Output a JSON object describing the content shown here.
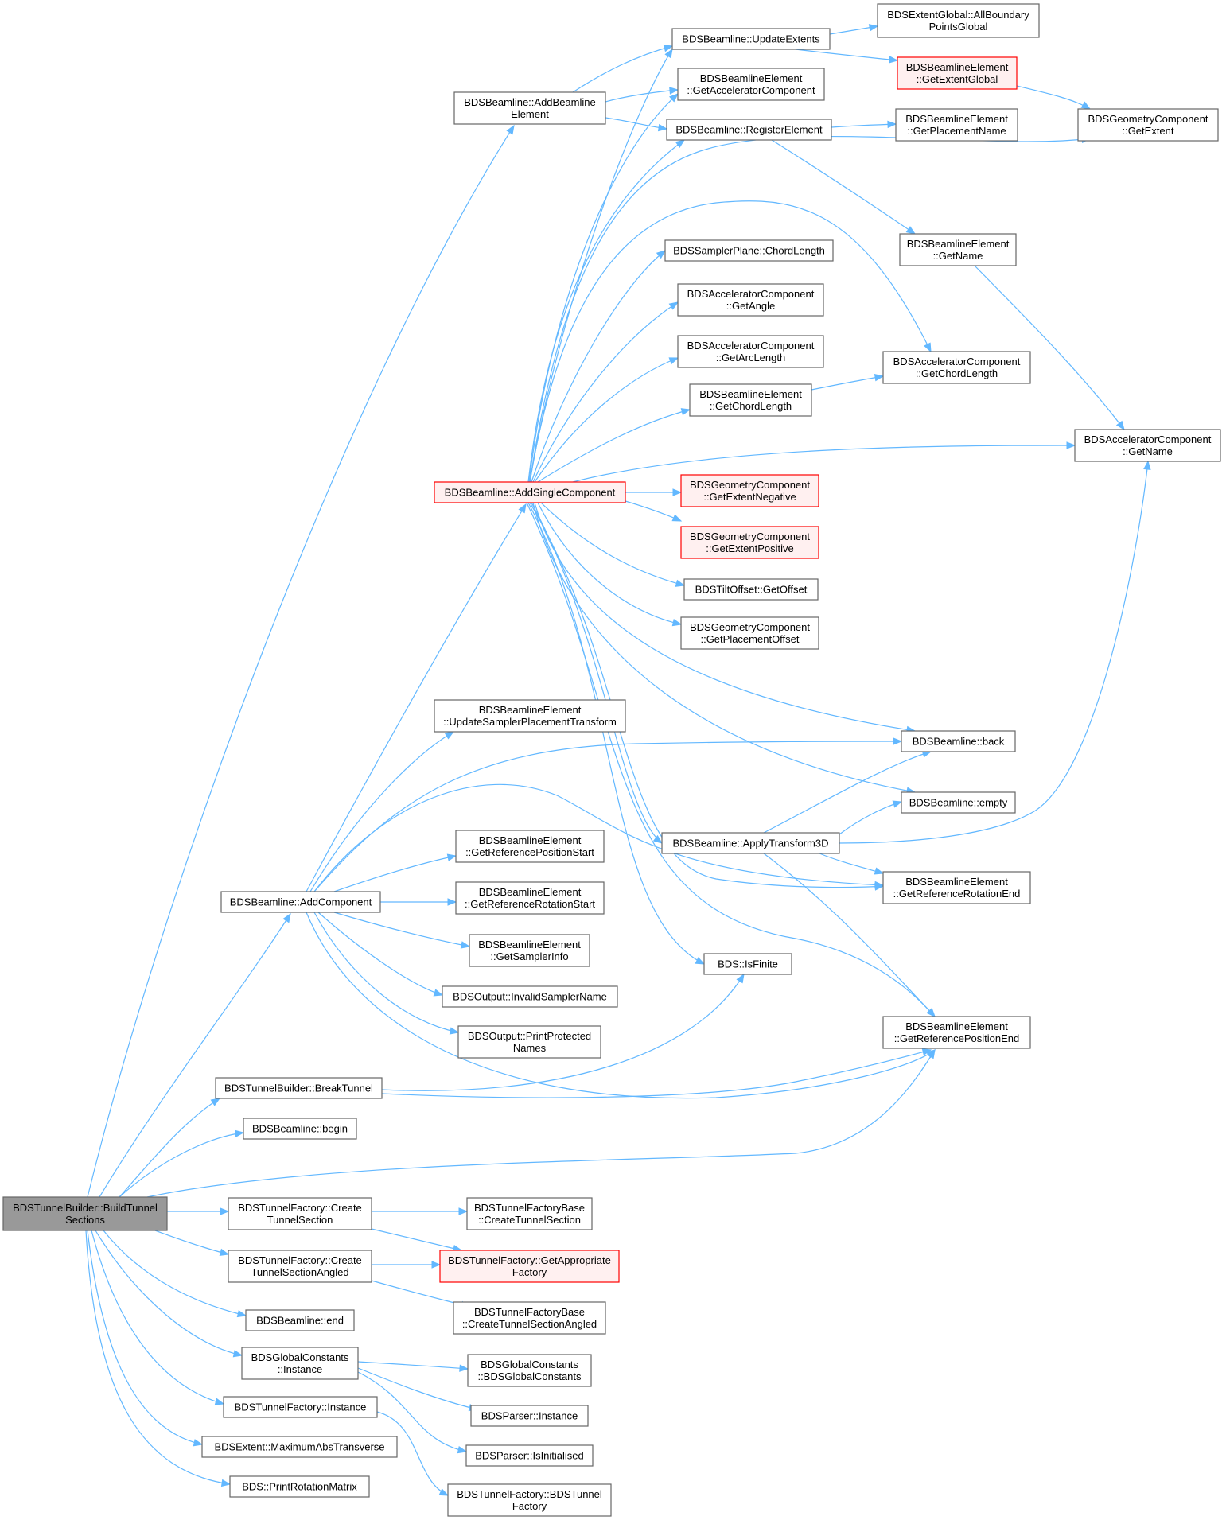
{
  "colors": {
    "edge": "#63b8ff",
    "node_fill": "#ffffff",
    "node_stroke": "#666666",
    "root_fill": "#999999",
    "root_stroke": "#666666",
    "highlight_fill": "#fff0f0",
    "highlight_stroke": "#ff0000"
  },
  "nodes": {
    "build": {
      "lines": [
        "BDSTunnelBuilder::BuildTunnel",
        "Sections"
      ],
      "style": "root"
    },
    "addbeamline": {
      "lines": [
        "BDSBeamline::AddBeamline",
        "Element"
      ]
    },
    "updateextents": {
      "lines": [
        "BDSBeamline::UpdateExtents"
      ]
    },
    "allboundary": {
      "lines": [
        "BDSExtentGlobal::AllBoundary",
        "PointsGlobal"
      ]
    },
    "getextentglobal": {
      "lines": [
        "BDSBeamlineElement",
        "::GetExtentGlobal"
      ],
      "style": "highlight"
    },
    "getacccomp": {
      "lines": [
        "BDSBeamlineElement",
        "::GetAcceleratorComponent"
      ]
    },
    "registerelement": {
      "lines": [
        "BDSBeamline::RegisterElement"
      ]
    },
    "getplacementname": {
      "lines": [
        "BDSBeamlineElement",
        "::GetPlacementName"
      ]
    },
    "geomgetextent": {
      "lines": [
        "BDSGeometryComponent",
        "::GetExtent"
      ]
    },
    "belgetname": {
      "lines": [
        "BDSBeamlineElement",
        "::GetName"
      ]
    },
    "chordlength": {
      "lines": [
        "BDSSamplerPlane::ChordLength"
      ]
    },
    "getangle": {
      "lines": [
        "BDSAcceleratorComponent",
        "::GetAngle"
      ]
    },
    "getarclength": {
      "lines": [
        "BDSAcceleratorComponent",
        "::GetArcLength"
      ]
    },
    "accgetchord": {
      "lines": [
        "BDSAcceleratorComponent",
        "::GetChordLength"
      ]
    },
    "belgetchord": {
      "lines": [
        "BDSBeamlineElement",
        "::GetChordLength"
      ]
    },
    "accgetname": {
      "lines": [
        "BDSAcceleratorComponent",
        "::GetName"
      ]
    },
    "addsingle": {
      "lines": [
        "BDSBeamline::AddSingleComponent"
      ],
      "style": "highlight"
    },
    "extneg": {
      "lines": [
        "BDSGeometryComponent",
        "::GetExtentNegative"
      ],
      "style": "highlight"
    },
    "extpos": {
      "lines": [
        "BDSGeometryComponent",
        "::GetExtentPositive"
      ],
      "style": "highlight"
    },
    "getoffset": {
      "lines": [
        "BDSTiltOffset::GetOffset"
      ]
    },
    "placementoffset": {
      "lines": [
        "BDSGeometryComponent",
        "::GetPlacementOffset"
      ]
    },
    "updatesampler": {
      "lines": [
        "BDSBeamlineElement",
        "::UpdateSamplerPlacementTransform"
      ]
    },
    "back": {
      "lines": [
        "BDSBeamline::back"
      ]
    },
    "empty": {
      "lines": [
        "BDSBeamline::empty"
      ]
    },
    "applytransform": {
      "lines": [
        "BDSBeamline::ApplyTransform3D"
      ]
    },
    "refrotend": {
      "lines": [
        "BDSBeamlineElement",
        "::GetReferenceRotationEnd"
      ]
    },
    "refposstart": {
      "lines": [
        "BDSBeamlineElement",
        "::GetReferencePositionStart"
      ]
    },
    "addcomponent": {
      "lines": [
        "BDSBeamline::AddComponent"
      ]
    },
    "refrotstart": {
      "lines": [
        "BDSBeamlineElement",
        "::GetReferenceRotationStart"
      ]
    },
    "samplerinfo": {
      "lines": [
        "BDSBeamlineElement",
        "::GetSamplerInfo"
      ]
    },
    "isfinite": {
      "lines": [
        "BDS::IsFinite"
      ]
    },
    "invalidsampler": {
      "lines": [
        "BDSOutput::InvalidSamplerName"
      ]
    },
    "refposend": {
      "lines": [
        "BDSBeamlineElement",
        "::GetReferencePositionEnd"
      ]
    },
    "printprotected": {
      "lines": [
        "BDSOutput::PrintProtected",
        "Names"
      ]
    },
    "breaktunnel": {
      "lines": [
        "BDSTunnelBuilder::BreakTunnel"
      ]
    },
    "begin": {
      "lines": [
        "BDSBeamline::begin"
      ]
    },
    "tfcreate": {
      "lines": [
        "BDSTunnelFactory::Create",
        "TunnelSection"
      ]
    },
    "tfbcreate": {
      "lines": [
        "BDSTunnelFactoryBase",
        "::CreateTunnelSection"
      ]
    },
    "tfcreateangled": {
      "lines": [
        "BDSTunnelFactory::Create",
        "TunnelSectionAngled"
      ]
    },
    "getappropriate": {
      "lines": [
        "BDSTunnelFactory::GetAppropriate",
        "Factory"
      ],
      "style": "highlight"
    },
    "tfbcreateangled": {
      "lines": [
        "BDSTunnelFactoryBase",
        "::CreateTunnelSectionAngled"
      ]
    },
    "end": {
      "lines": [
        "BDSBeamline::end"
      ]
    },
    "gcinstance": {
      "lines": [
        "BDSGlobalConstants",
        "::Instance"
      ]
    },
    "gcctor": {
      "lines": [
        "BDSGlobalConstants",
        "::BDSGlobalConstants"
      ]
    },
    "parserinstance": {
      "lines": [
        "BDSParser::Instance"
      ]
    },
    "tfinstance": {
      "lines": [
        "BDSTunnelFactory::Instance"
      ]
    },
    "isinitialised": {
      "lines": [
        "BDSParser::IsInitialised"
      ]
    },
    "maxabs": {
      "lines": [
        "BDSExtent::MaximumAbsTransverse"
      ]
    },
    "tfctor": {
      "lines": [
        "BDSTunnelFactory::BDSTunnel",
        "Factory"
      ]
    },
    "printrot": {
      "lines": [
        "BDS::PrintRotationMatrix"
      ]
    }
  }
}
